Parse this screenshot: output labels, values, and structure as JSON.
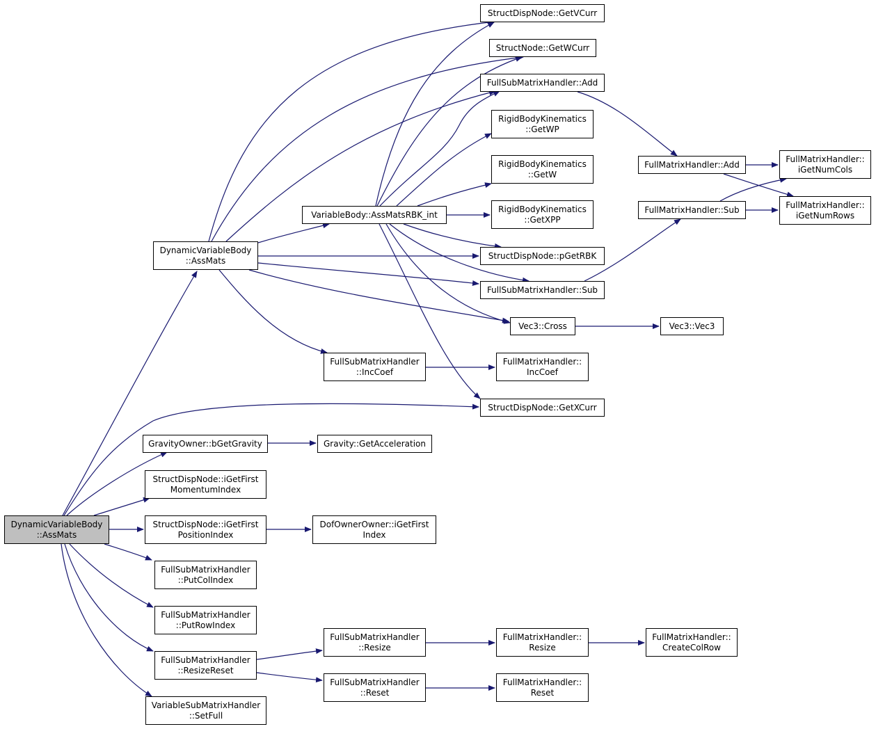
{
  "colors": {
    "edge": "#191970",
    "root_fill": "#bfbfbf",
    "node_fill": "#ffffff",
    "node_border": "#000000"
  },
  "nodes": {
    "n_root": [
      "DynamicVariableBody",
      "::AssMats"
    ],
    "n_dvb_assmats": [
      "DynamicVariableBody",
      "::AssMats"
    ],
    "n_gravityowner": [
      "GravityOwner::bGetGravity"
    ],
    "n_igetfirst_momentum": [
      "StructDispNode::iGetFirst",
      "MomentumIndex"
    ],
    "n_igetfirst_position": [
      "StructDispNode::iGetFirst",
      "PositionIndex"
    ],
    "n_putcolindex": [
      "FullSubMatrixHandler",
      "::PutColIndex"
    ],
    "n_putrowindex": [
      "FullSubMatrixHandler",
      "::PutRowIndex"
    ],
    "n_resizereset": [
      "FullSubMatrixHandler",
      "::ResizeReset"
    ],
    "n_setfull": [
      "VariableSubMatrixHandler",
      "::SetFull"
    ],
    "n_vb_assmatsrbk": [
      "VariableBody::AssMatsRBK_int"
    ],
    "n_fsmh_inccoef": [
      "FullSubMatrixHandler",
      "::IncCoef"
    ],
    "n_getacceleration": [
      "Gravity::GetAcceleration"
    ],
    "n_dofowner": [
      "DofOwnerOwner::iGetFirst",
      "Index"
    ],
    "n_fsmh_resize": [
      "FullSubMatrixHandler",
      "::Resize"
    ],
    "n_fsmh_reset": [
      "FullSubMatrixHandler",
      "::Reset"
    ],
    "n_getvcurr": [
      "StructDispNode::GetVCurr"
    ],
    "n_getwcurr": [
      "StructNode::GetWCurr"
    ],
    "n_fsmh_add": [
      "FullSubMatrixHandler::Add"
    ],
    "n_rbk_getwp": [
      "RigidBodyKinematics",
      "::GetWP"
    ],
    "n_rbk_getw": [
      "RigidBodyKinematics",
      "::GetW"
    ],
    "n_rbk_getxpp": [
      "RigidBodyKinematics",
      "::GetXPP"
    ],
    "n_pgetrbk": [
      "StructDispNode::pGetRBK"
    ],
    "n_fsmh_sub": [
      "FullSubMatrixHandler::Sub"
    ],
    "n_vec3_cross": [
      "Vec3::Cross"
    ],
    "n_fmh_inccoef": [
      "FullMatrixHandler::",
      "IncCoef"
    ],
    "n_getxcurr": [
      "StructDispNode::GetXCurr"
    ],
    "n_fmh_resize": [
      "FullMatrixHandler::",
      "Resize"
    ],
    "n_fmh_reset": [
      "FullMatrixHandler::",
      "Reset"
    ],
    "n_fmh_add": [
      "FullMatrixHandler::Add"
    ],
    "n_fmh_sub": [
      "FullMatrixHandler::Sub"
    ],
    "n_vec3_vec3": [
      "Vec3::Vec3"
    ],
    "n_createcolrow": [
      "FullMatrixHandler::",
      "CreateColRow"
    ],
    "n_igetnumcols": [
      "FullMatrixHandler::",
      "iGetNumCols"
    ],
    "n_igetnumrows": [
      "FullMatrixHandler::",
      "iGetNumRows"
    ]
  }
}
